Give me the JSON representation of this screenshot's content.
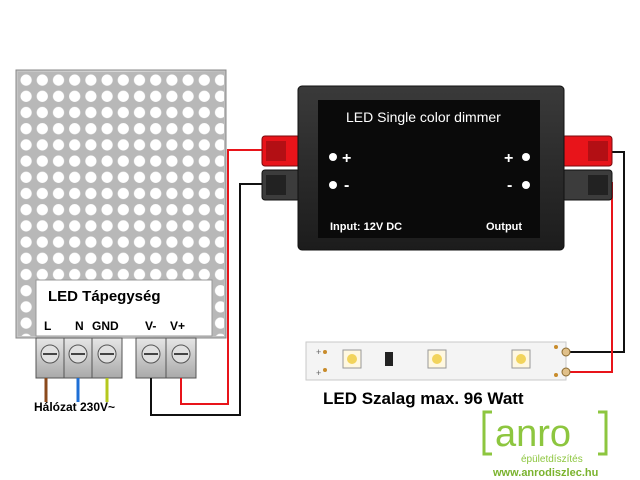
{
  "power_supply": {
    "label": "LED Tápegység",
    "terminals": [
      "L",
      "N",
      "GND",
      "V-",
      "V+"
    ]
  },
  "mains_label": "Hálózat 230V~",
  "dimmer": {
    "title": "LED Single color dimmer",
    "left_plus": "+",
    "left_minus": "-",
    "right_plus": "+",
    "right_minus": "-",
    "input_label": "Input: 12V DC",
    "output_label": "Output"
  },
  "led_strip_label": "LED Szalag max. 96 Watt",
  "logo": {
    "name": "anro",
    "tagline": "épületdíszítés",
    "url": "www.anrodiszlec.hu"
  },
  "colors": {
    "wire_red": "#e8141a",
    "wire_black": "#111111",
    "wire_brown": "#8b4a1c",
    "wire_blue": "#1e6fd6",
    "wire_green_yellow": "#b5c81e",
    "logo_green": "#8dc63f",
    "dimmer_body": "#2a2a2a"
  }
}
